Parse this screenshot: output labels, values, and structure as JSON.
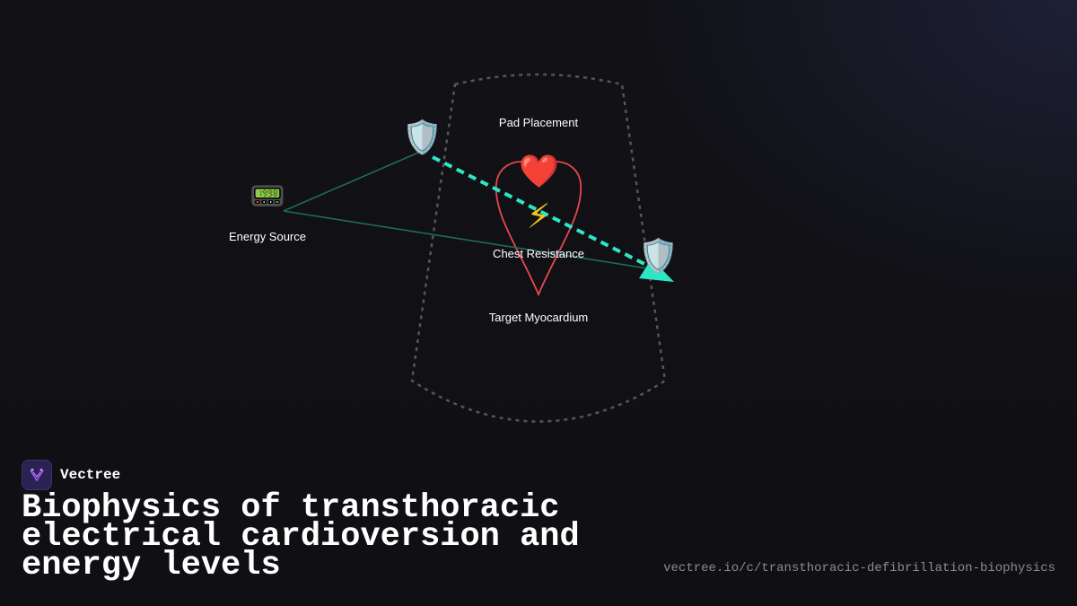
{
  "brand": {
    "name": "Vectree",
    "accent": "#a855f7"
  },
  "title": "Biophysics of transthoracic electrical cardioversion and energy levels",
  "url": "vectree.io/c/transthoracic-defibrillation-biophysics",
  "colors": {
    "background": "#111116",
    "torso_outline": "#55555c",
    "heart_outline": "#e5484d",
    "current_path": "#2ee6c5",
    "wire": "#1f6b57"
  },
  "nodes": {
    "energy_source": {
      "icon": "pager-icon",
      "glyph": "📟",
      "label": "Energy Source"
    },
    "pad_upper": {
      "icon": "shield-icon",
      "glyph": "🛡️"
    },
    "pad_lower": {
      "icon": "shield-icon",
      "glyph": "🛡️"
    },
    "heart": {
      "icon": "heart-icon",
      "glyph": "❤️"
    },
    "shock": {
      "icon": "lightning-icon",
      "glyph": "⚡"
    }
  },
  "labels": {
    "pad_placement": "Pad Placement",
    "chest_resistance": "Chest Resistance",
    "target_myocardium": "Target Myocardium"
  }
}
